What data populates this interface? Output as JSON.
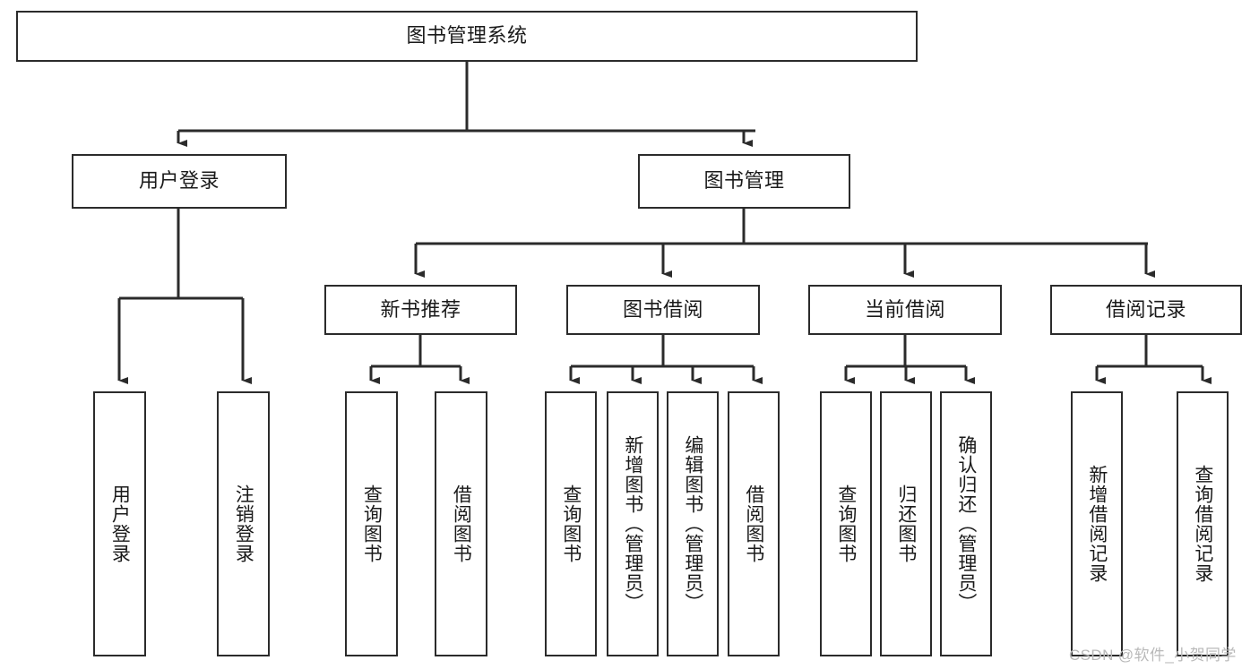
{
  "diagram": {
    "type": "tree-hierarchy",
    "title": "图书管理系统",
    "watermark": "CSDN @软件_小贺同学",
    "colors": {
      "background": "#ffffff",
      "box_border": "#2b2b2b",
      "box_fill": "#ffffff",
      "connector": "#2b2b2b",
      "text": "#1a1a1a",
      "watermark": "#b9b9b9"
    },
    "levels": {
      "root": {
        "label": "图书管理系统",
        "orientation": "horizontal"
      },
      "level2": [
        {
          "label": "用户登录",
          "orientation": "horizontal"
        },
        {
          "label": "图书管理",
          "orientation": "horizontal"
        }
      ],
      "level3": [
        {
          "label": "新书推荐",
          "orientation": "horizontal"
        },
        {
          "label": "图书借阅",
          "orientation": "horizontal"
        },
        {
          "label": "当前借阅",
          "orientation": "horizontal"
        },
        {
          "label": "借阅记录",
          "orientation": "horizontal"
        }
      ],
      "leaves": [
        {
          "label": "用户登录",
          "parent": "用户登录",
          "orientation": "vertical"
        },
        {
          "label": "注销登录",
          "parent": "用户登录",
          "orientation": "vertical"
        },
        {
          "label": "查询图书",
          "parent": "新书推荐",
          "orientation": "vertical"
        },
        {
          "label": "借阅图书",
          "parent": "新书推荐",
          "orientation": "vertical"
        },
        {
          "label": "查询图书",
          "parent": "图书借阅",
          "orientation": "vertical"
        },
        {
          "label": "新增图书（管理员）",
          "parent": "图书借阅",
          "orientation": "vertical"
        },
        {
          "label": "编辑图书（管理员）",
          "parent": "图书借阅",
          "orientation": "vertical"
        },
        {
          "label": "借阅图书",
          "parent": "图书借阅",
          "orientation": "vertical"
        },
        {
          "label": "查询图书",
          "parent": "当前借阅",
          "orientation": "vertical"
        },
        {
          "label": "归还图书",
          "parent": "当前借阅",
          "orientation": "vertical"
        },
        {
          "label": "确认归还（管理员）",
          "parent": "当前借阅",
          "orientation": "vertical"
        },
        {
          "label": "新增借阅记录",
          "parent": "借阅记录",
          "orientation": "vertical"
        },
        {
          "label": "查询借阅记录",
          "parent": "借阅记录",
          "orientation": "vertical"
        }
      ]
    }
  }
}
